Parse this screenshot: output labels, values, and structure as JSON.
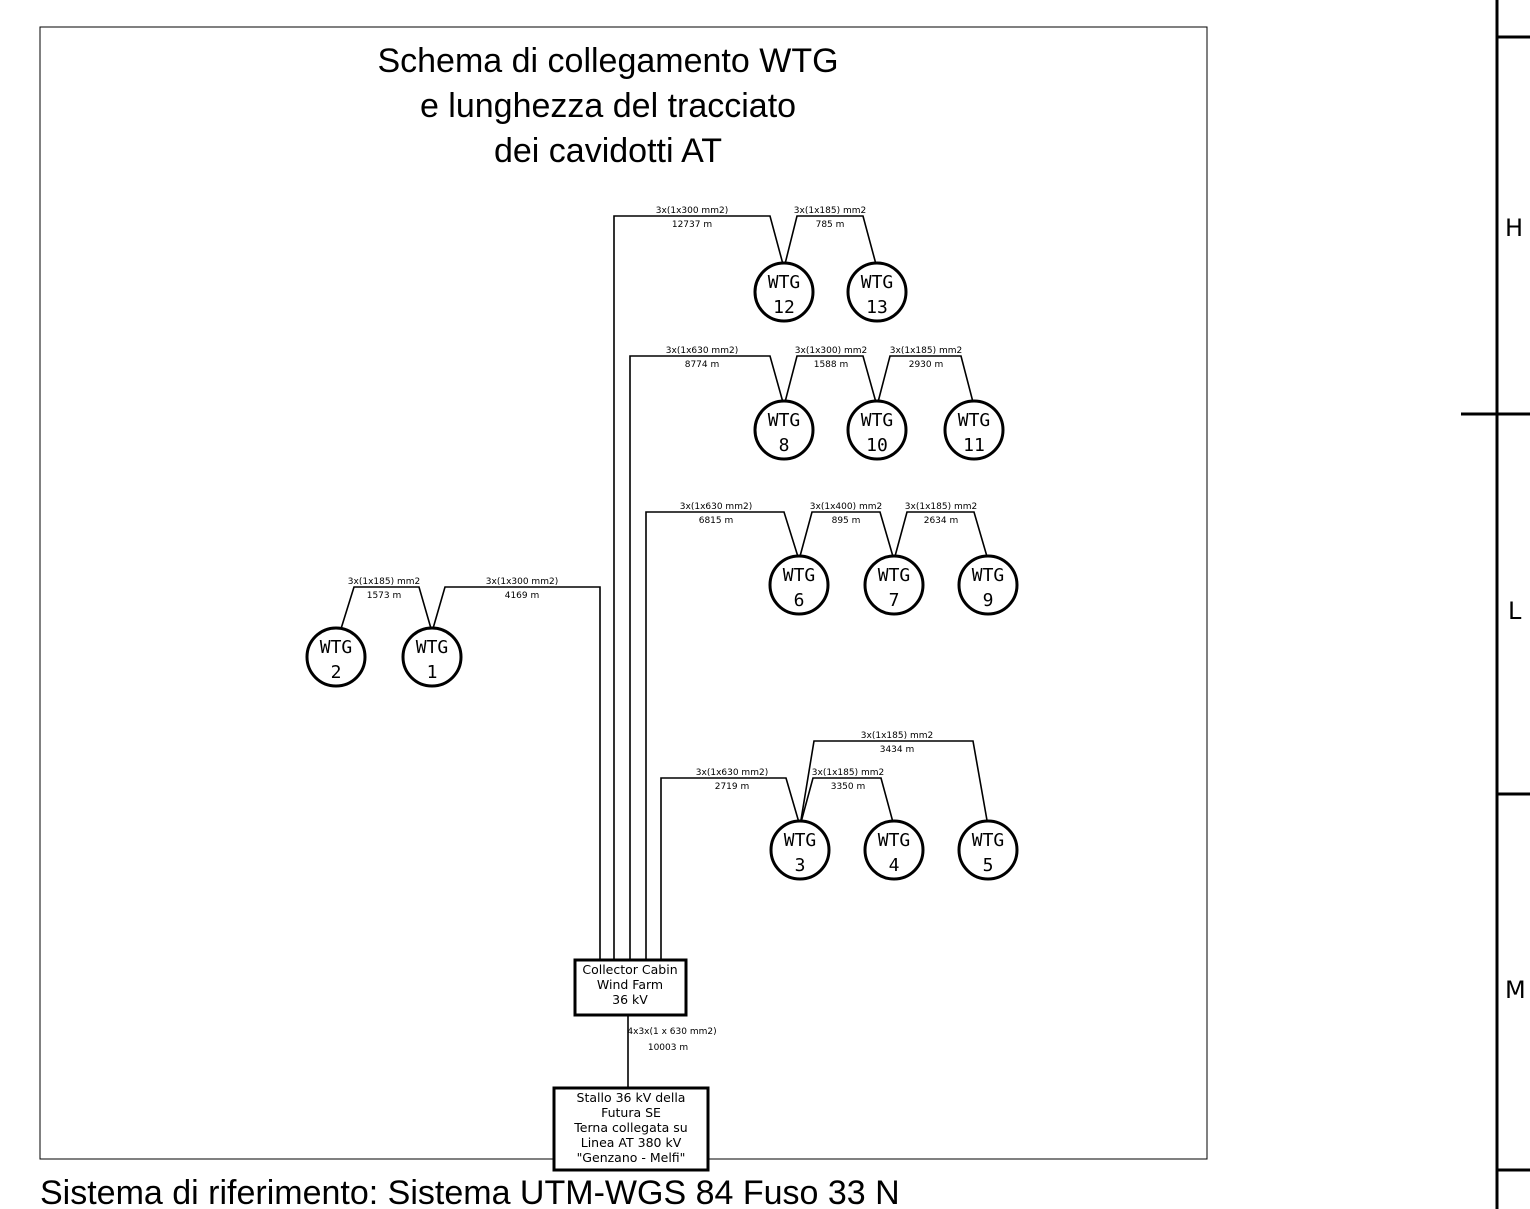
{
  "title": [
    "Schema di collegamento WTG",
    "e lunghezza del tracciato",
    "dei cavidotti AT"
  ],
  "reference_system": "Sistema di riferimento: Sistema  UTM-WGS 84 Fuso 33 N",
  "border_letters": [
    "H",
    "L",
    "M"
  ],
  "turbines": [
    {
      "id": "wtg12",
      "label": "WTG",
      "number": "12"
    },
    {
      "id": "wtg13",
      "label": "WTG",
      "number": "13"
    },
    {
      "id": "wtg8",
      "label": "WTG",
      "number": "8"
    },
    {
      "id": "wtg10",
      "label": "WTG",
      "number": "10"
    },
    {
      "id": "wtg11",
      "label": "WTG",
      "number": "11"
    },
    {
      "id": "wtg6",
      "label": "WTG",
      "number": "6"
    },
    {
      "id": "wtg7",
      "label": "WTG",
      "number": "7"
    },
    {
      "id": "wtg9",
      "label": "WTG",
      "number": "9"
    },
    {
      "id": "wtg2",
      "label": "WTG",
      "number": "2"
    },
    {
      "id": "wtg1",
      "label": "WTG",
      "number": "1"
    },
    {
      "id": "wtg3",
      "label": "WTG",
      "number": "3"
    },
    {
      "id": "wtg4",
      "label": "WTG",
      "number": "4"
    },
    {
      "id": "wtg5",
      "label": "WTG",
      "number": "5"
    }
  ],
  "cables": [
    {
      "id": "cab-to-wtg12",
      "section": "3x(1x300 mm2)",
      "length": "12737 m"
    },
    {
      "id": "wtg12-to-wtg13",
      "section": "3x(1x185) mm2",
      "length": "785 m"
    },
    {
      "id": "cab-to-wtg8",
      "section": "3x(1x630 mm2)",
      "length": "8774 m"
    },
    {
      "id": "wtg8-to-wtg10",
      "section": "3x(1x300) mm2",
      "length": "1588 m"
    },
    {
      "id": "wtg10-to-wtg11",
      "section": "3x(1x185) mm2",
      "length": "2930 m"
    },
    {
      "id": "cab-to-wtg6",
      "section": "3x(1x630 mm2)",
      "length": "6815 m"
    },
    {
      "id": "wtg6-to-wtg7",
      "section": "3x(1x400) mm2",
      "length": "895 m"
    },
    {
      "id": "wtg7-to-wtg9",
      "section": "3x(1x185) mm2",
      "length": "2634 m"
    },
    {
      "id": "wtg1-to-wtg2",
      "section": "3x(1x185) mm2",
      "length": "1573 m"
    },
    {
      "id": "cab-to-wtg1",
      "section": "3x(1x300 mm2)",
      "length": "4169 m"
    },
    {
      "id": "wtg3-to-wtg5",
      "section": "3x(1x185) mm2",
      "length": "3434 m"
    },
    {
      "id": "cab-to-wtg3",
      "section": "3x(1x630 mm2)",
      "length": "2719 m"
    },
    {
      "id": "wtg3-to-wtg4",
      "section": "3x(1x185) mm2",
      "length": "3350 m"
    },
    {
      "id": "cab-to-stallo",
      "section": "4x3x(1 x 630 mm2)",
      "length": "10003 m"
    }
  ],
  "collector_cabin": [
    "Collector Cabin",
    "Wind Farm",
    "36 kV"
  ],
  "stallo": [
    "Stallo 36 kV della",
    "Futura SE",
    "Terna collegata su",
    "Linea AT 380 kV",
    "\"Genzano - Melfi\""
  ]
}
